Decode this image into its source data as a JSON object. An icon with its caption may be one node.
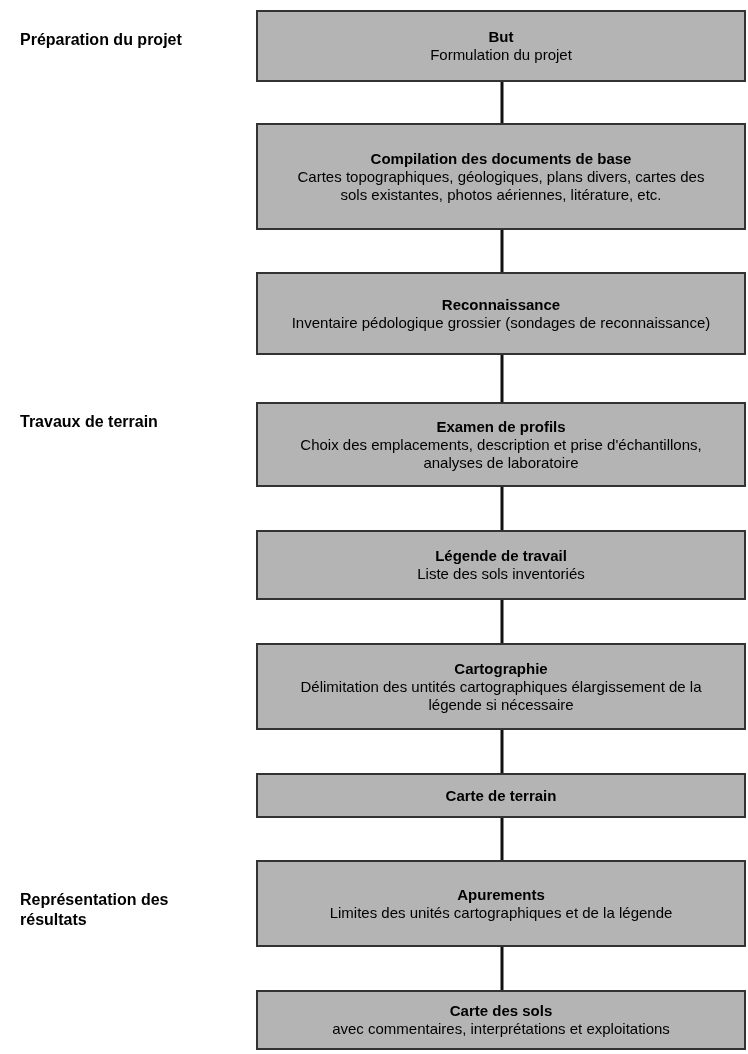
{
  "diagram": {
    "nodes": [
      {
        "text": [
          "But",
          "Formulation du projet"
        ]
      },
      {
        "text": [
          "Compilation des documents de base",
          "Cartes topographiques, géologiques, plans divers, cartes des sols existantes, photos aériennes, litérature, etc."
        ]
      },
      {
        "text": [
          "Reconnaissance",
          "Inventaire pédologique grossier (sondages de reconnaissance)"
        ]
      },
      {
        "text": [
          "Examen de profils",
          "Choix des emplacements, description et prise d'échantillons, analyses de laboratoire"
        ]
      },
      {
        "text": [
          "Légende de travail",
          "Liste des sols inventoriés"
        ]
      },
      {
        "text": [
          "Cartographie",
          "Délimitation des untités cartographiques élargissement de la légende si nécessaire"
        ]
      },
      {
        "text": [
          "Carte de terrain"
        ]
      },
      {
        "text": [
          "Apurements",
          "Limites des unités cartographiques et de la légende"
        ]
      },
      {
        "text": [
          "Carte des sols",
          "avec commentaires, interprétations et exploitations"
        ]
      }
    ],
    "edges": [
      {
        "from": 0,
        "to": 1,
        "arrow": "none"
      },
      {
        "from": 1,
        "to": 2,
        "arrow": "none"
      },
      {
        "from": 2,
        "to": 3,
        "arrow": "none"
      },
      {
        "from": 3,
        "to": 4,
        "arrow": "none"
      },
      {
        "from": 4,
        "to": 5,
        "arrow": "none"
      },
      {
        "from": 5,
        "to": 6,
        "arrow": "none"
      },
      {
        "from": 6,
        "to": 7,
        "arrow": "none"
      },
      {
        "from": 7,
        "to": 8,
        "arrow": "none"
      }
    ],
    "labels": [
      "Préparation du projet",
      "Travaux de terrain",
      "Représentation des résultats"
    ]
  }
}
